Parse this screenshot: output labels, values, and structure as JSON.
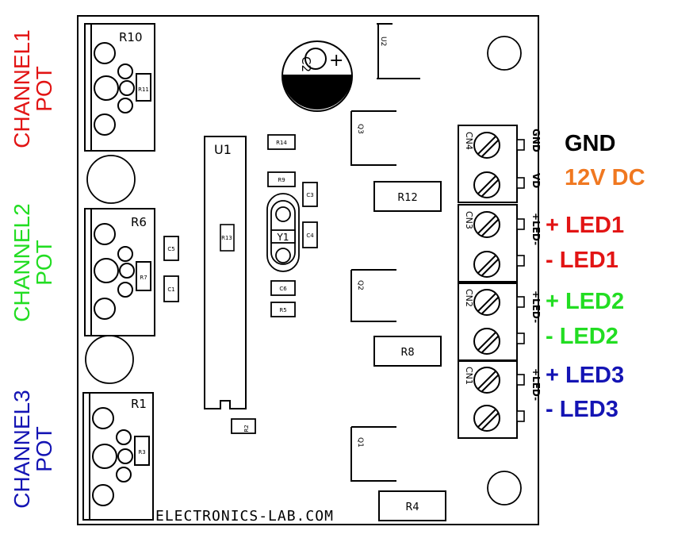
{
  "colors": {
    "ch1": "#e21414",
    "ch2": "#22dd22",
    "ch3": "#1414b4",
    "gnd": "#000000",
    "vdc": "#f07820"
  },
  "left_labels": [
    {
      "line1": "CHANNEL1",
      "line2": "POT",
      "color": "#e21414"
    },
    {
      "line1": "CHANNEL2",
      "line2": "POT",
      "color": "#22dd22"
    },
    {
      "line1": "CHANNEL3",
      "line2": "POT",
      "color": "#1414b4"
    }
  ],
  "right_labels": [
    {
      "text": "GND",
      "color": "#000000"
    },
    {
      "text": "12V DC",
      "color": "#f07820"
    },
    {
      "text": "+ LED1",
      "color": "#e21414"
    },
    {
      "text": "-  LED1",
      "color": "#e21414"
    },
    {
      "text": "+ LED2",
      "color": "#22dd22"
    },
    {
      "text": "-  LED2",
      "color": "#22dd22"
    },
    {
      "text": "+ LED3",
      "color": "#1414b4"
    },
    {
      "text": "-  LED3",
      "color": "#1414b4"
    }
  ],
  "board": {
    "footer": "ELECTRONICS-LAB.COM",
    "pots": [
      "R10",
      "R6",
      "R1"
    ],
    "pot_resistors": [
      "R11",
      "R7",
      "R3"
    ],
    "ic": "U1",
    "ic_resistor": "R13",
    "cap": "C2",
    "cap_plus": "+",
    "small_parts": [
      "R14",
      "R9",
      "C3",
      "Y1",
      "C4",
      "C6",
      "R5",
      "C5",
      "C1",
      "R2"
    ],
    "regulator": "U2",
    "transistors": [
      "Q3",
      "Q2",
      "Q1"
    ],
    "power_resistors": [
      "R12",
      "R8",
      "R4"
    ],
    "connectors": [
      "CN4",
      "CN3",
      "CN2",
      "CN1"
    ],
    "pin_labels": [
      "GND",
      "VD",
      "+LED-",
      "+LED-",
      "+LED-"
    ]
  }
}
